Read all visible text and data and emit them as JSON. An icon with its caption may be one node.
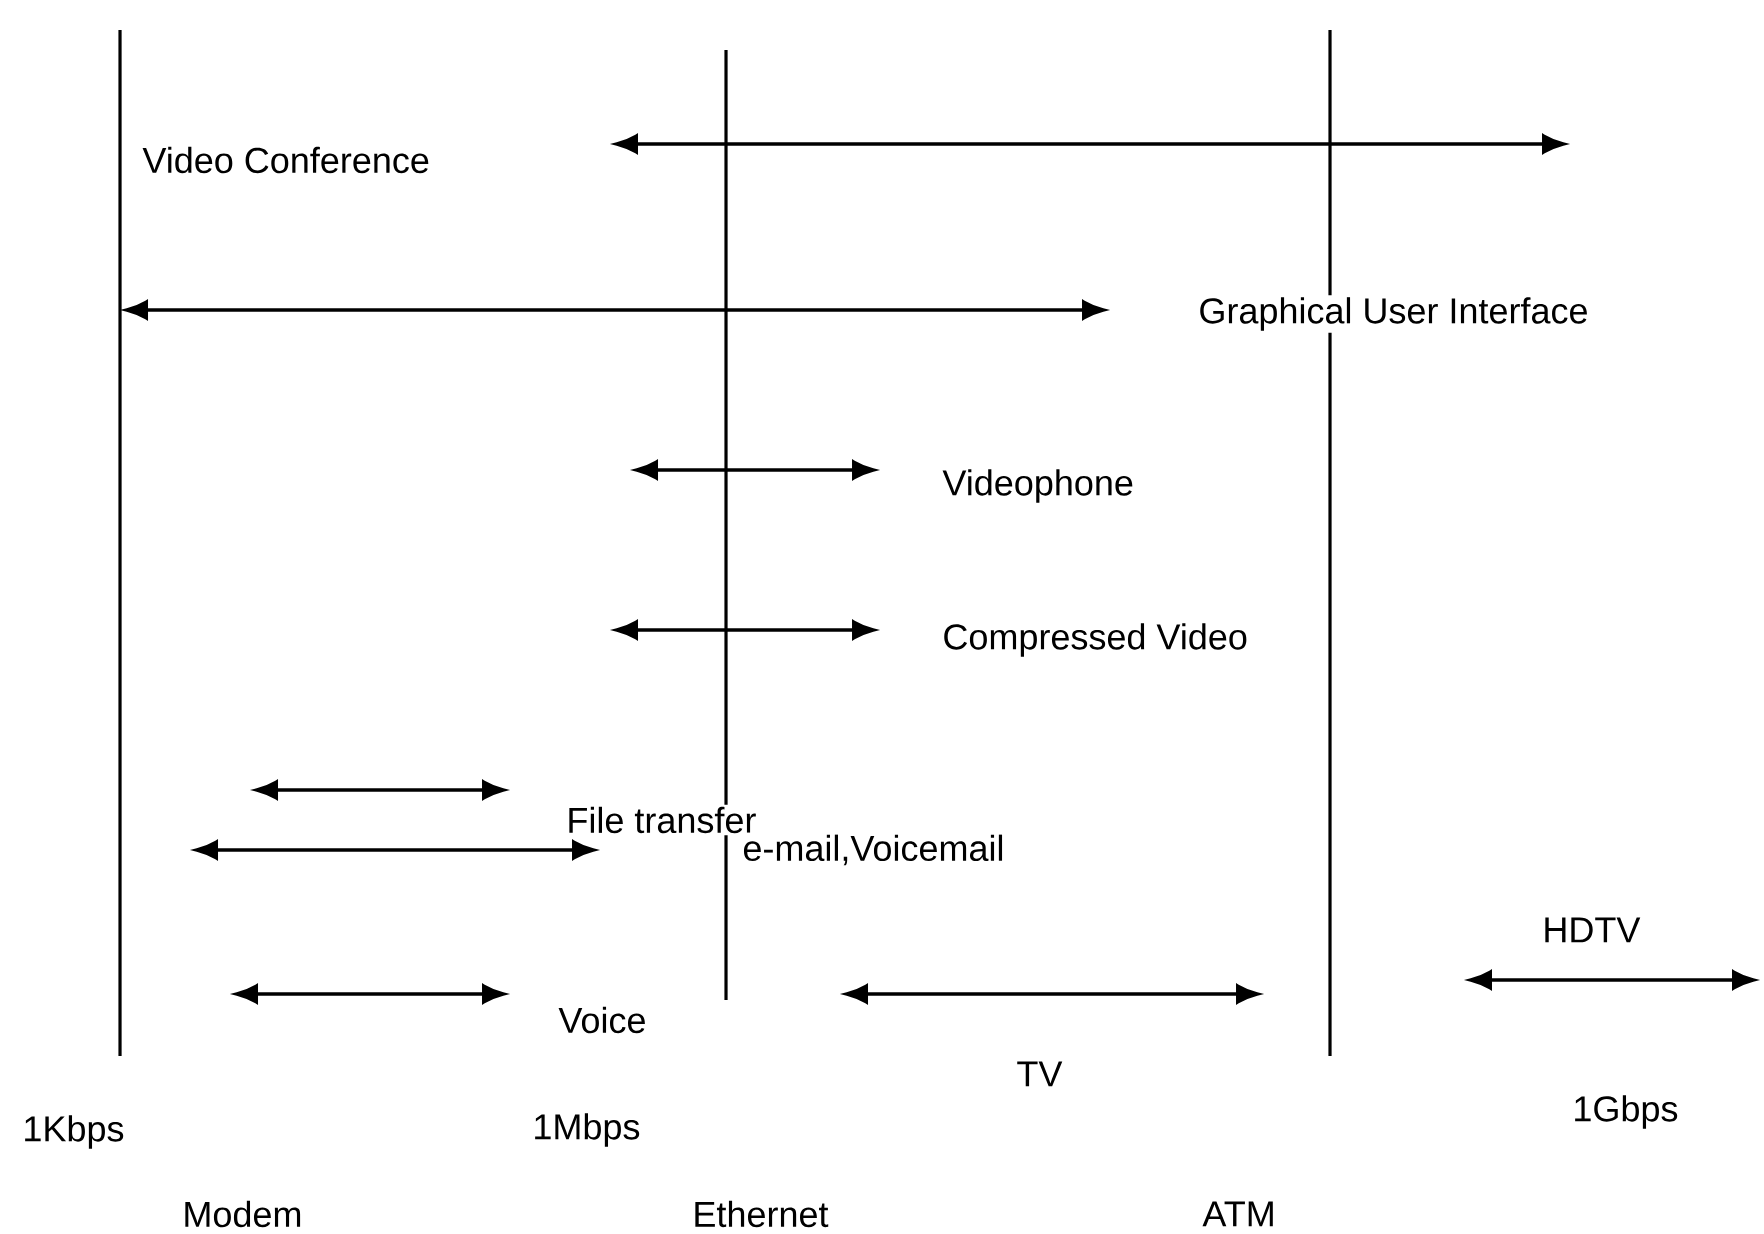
{
  "diagram": {
    "labels": [
      "Video Conference",
      "Graphical User Interface",
      "Videophone",
      "Compressed Video",
      "File transfer",
      "e-mail,Voicemail",
      "HDTV",
      "Voice",
      "TV",
      "1Kbps",
      "1Mbps",
      "1Gbps",
      "Modem",
      "Ethernet",
      "ATM"
    ]
  }
}
